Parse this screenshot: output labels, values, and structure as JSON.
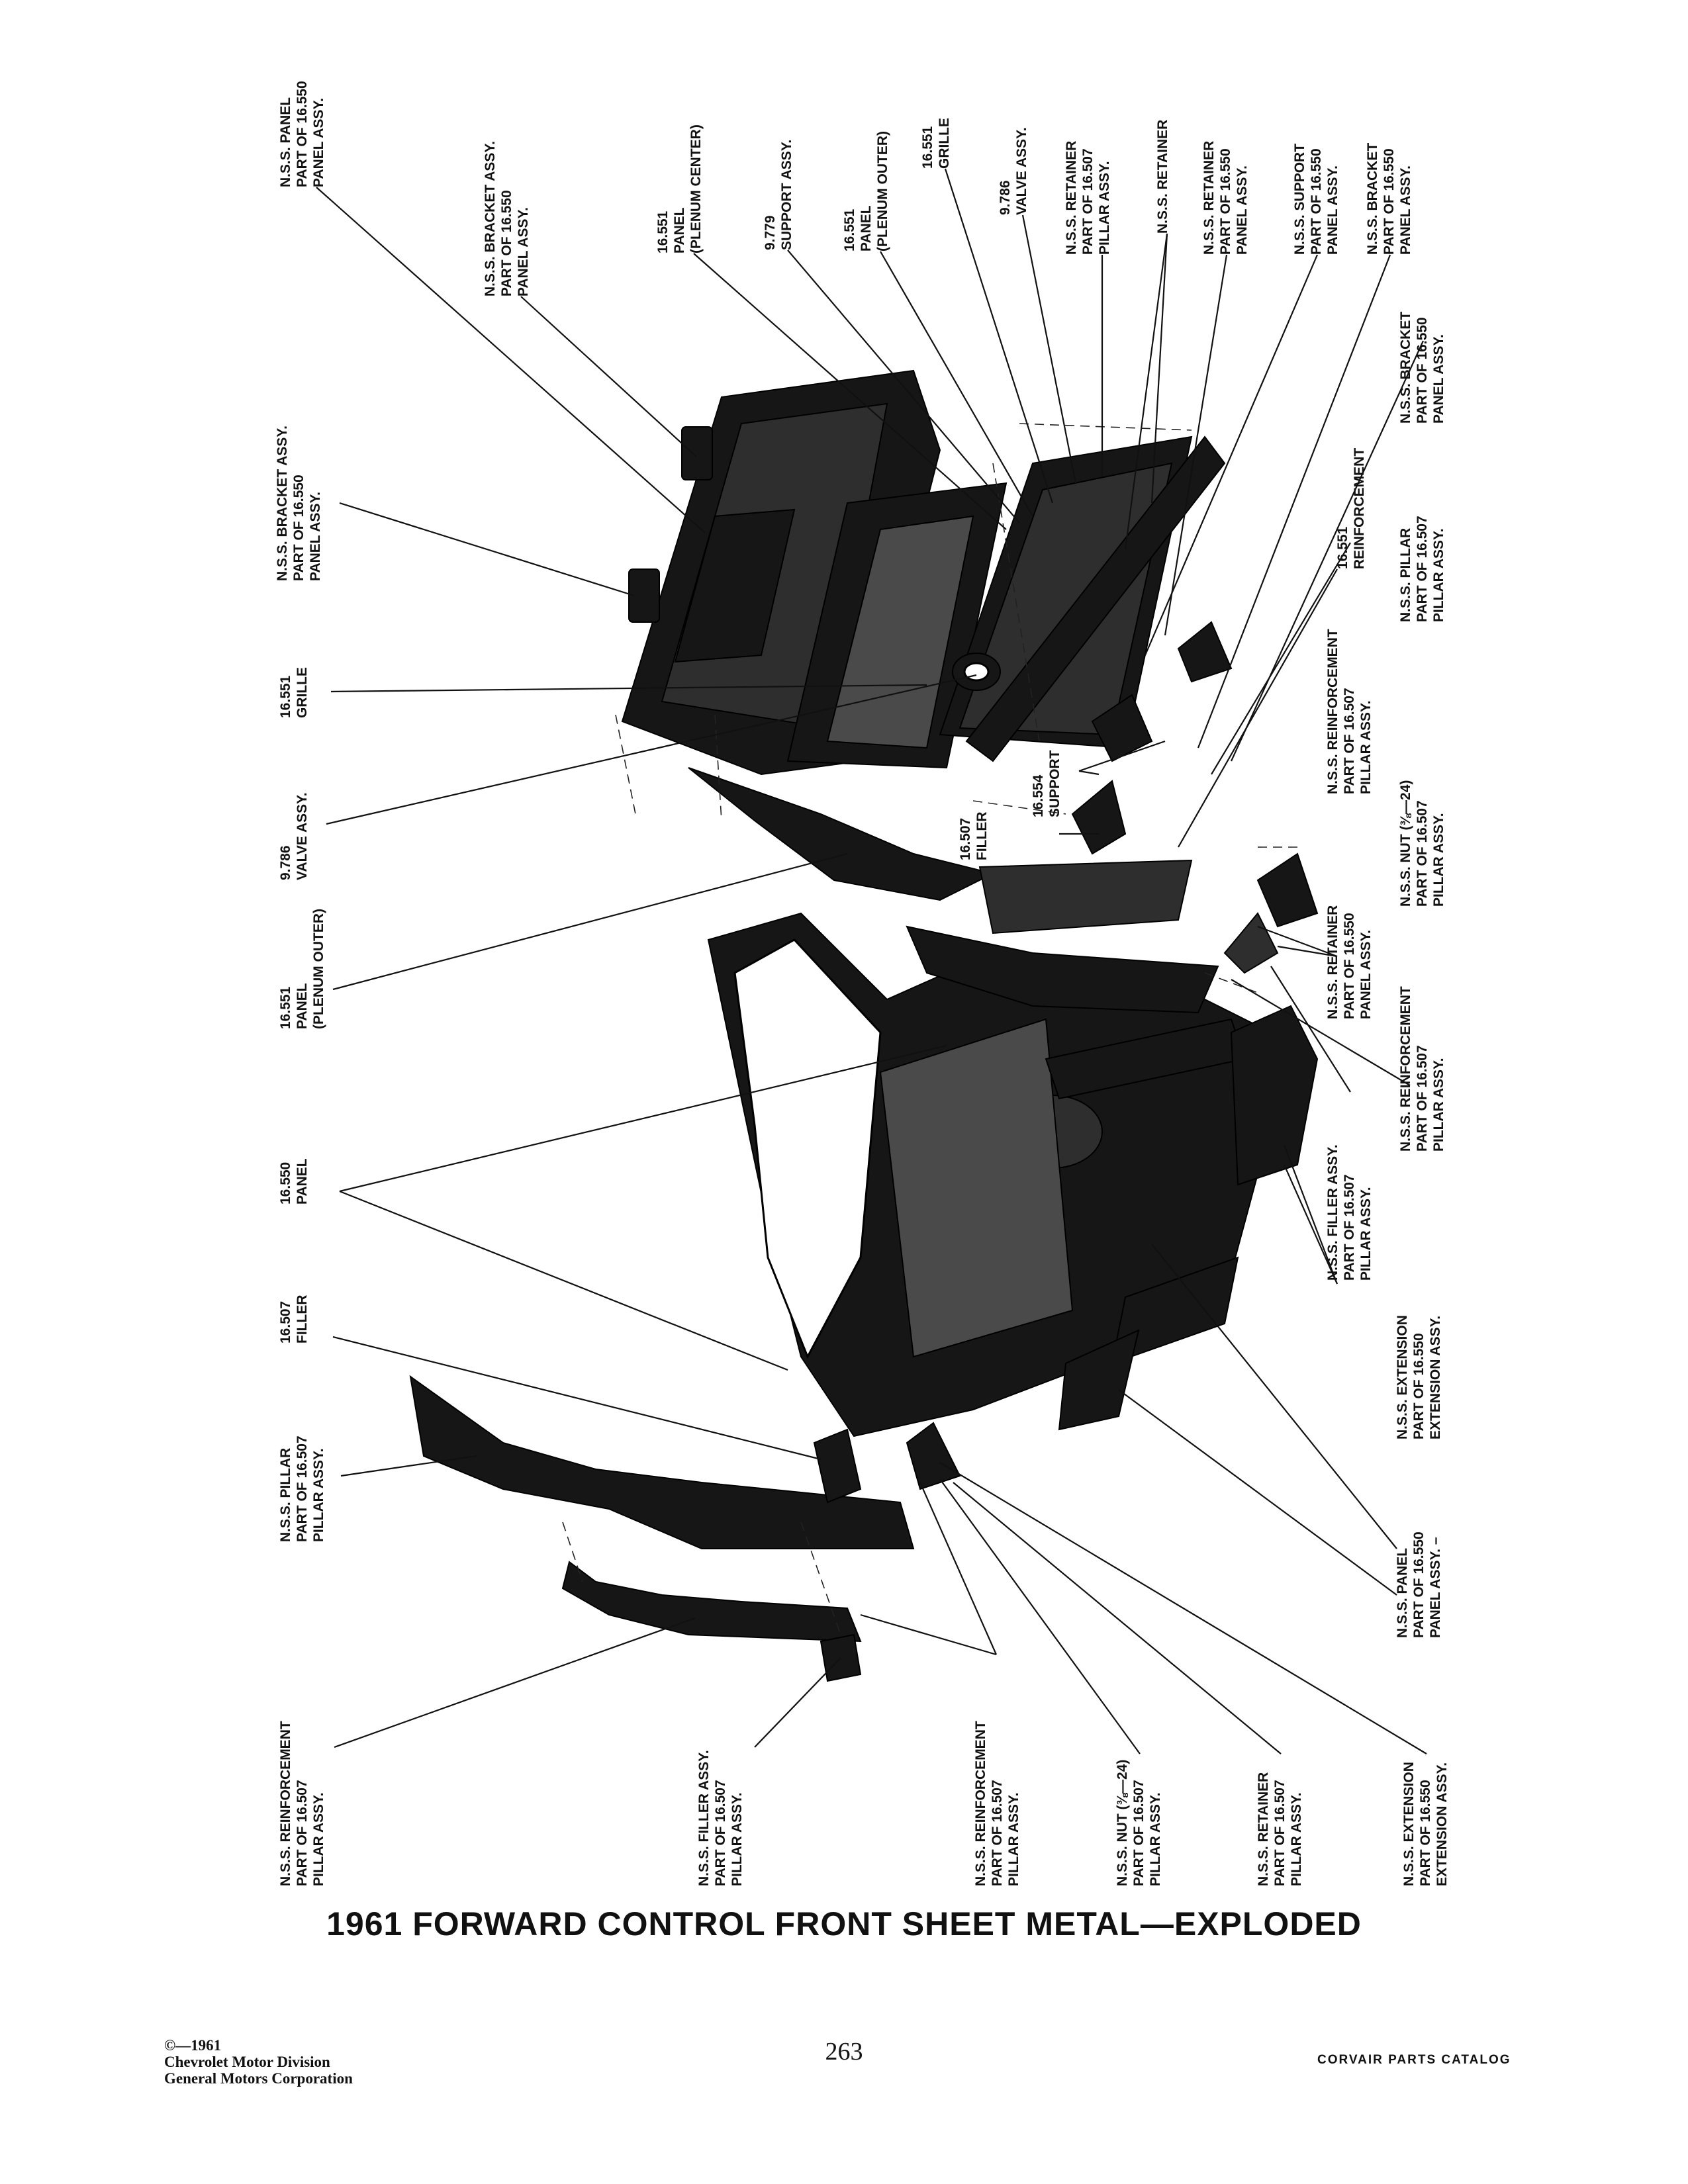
{
  "page": {
    "title": "1961 FORWARD CONTROL FRONT SHEET METAL—EXPLODED",
    "page_number": "263",
    "footer_left": [
      "©—1961",
      "Chevrolet Motor Division",
      "General Motors Corporation"
    ],
    "footer_right": "CORVAIR PARTS CATALOG"
  },
  "labels": [
    {
      "id": "t1",
      "lines": [
        "N.S.S. PANEL",
        "PART OF 16.550",
        "PANEL ASSY."
      ]
    },
    {
      "id": "t2",
      "lines": [
        "N.S.S. BRACKET ASSY.",
        "PART OF 16.550",
        "PANEL ASSY."
      ]
    },
    {
      "id": "t3",
      "lines": [
        "16.551",
        "PANEL",
        "(PLENUM CENTER)"
      ]
    },
    {
      "id": "t4",
      "lines": [
        "9.779",
        "SUPPORT ASSY."
      ]
    },
    {
      "id": "t5",
      "lines": [
        "16.551",
        "PANEL",
        "(PLENUM OUTER)"
      ]
    },
    {
      "id": "t6",
      "lines": [
        "16.551",
        "GRILLE"
      ]
    },
    {
      "id": "t7",
      "lines": [
        "9.786",
        "VALVE ASSY."
      ]
    },
    {
      "id": "t8",
      "lines": [
        "N.S.S. RETAINER",
        "PART OF 16.507",
        "PILLAR ASSY."
      ]
    },
    {
      "id": "t9",
      "lines": [
        "N.S.S. RETAINER"
      ]
    },
    {
      "id": "t10",
      "lines": [
        "N.S.S. RETAINER",
        "PART OF 16.550",
        "PANEL ASSY."
      ]
    },
    {
      "id": "t11",
      "lines": [
        "N.S.S. SUPPORT",
        "PART OF 16.550",
        "PANEL ASSY."
      ]
    },
    {
      "id": "t12",
      "lines": [
        "N.S.S. BRACKET",
        "PART OF 16.550",
        "PANEL ASSY."
      ]
    },
    {
      "id": "l1",
      "lines": [
        "N.S.S. BRACKET ASSY.",
        "PART OF 16.550",
        "PANEL ASSY."
      ]
    },
    {
      "id": "l2",
      "lines": [
        "16.551",
        "GRILLE"
      ]
    },
    {
      "id": "l3",
      "lines": [
        "9.786",
        "VALVE ASSY."
      ]
    },
    {
      "id": "l4",
      "lines": [
        "16.551",
        "PANEL",
        "(PLENUM OUTER)"
      ]
    },
    {
      "id": "l5",
      "lines": [
        "16.550",
        "PANEL"
      ]
    },
    {
      "id": "l6",
      "lines": [
        "16.507",
        "FILLER"
      ]
    },
    {
      "id": "l7",
      "lines": [
        "N.S.S. PILLAR",
        "PART OF 16.507",
        "PILLAR ASSY."
      ]
    },
    {
      "id": "b1",
      "lines": [
        "N.S.S. REINFORCEMENT",
        "PART OF 16.507",
        "PILLAR ASSY."
      ]
    },
    {
      "id": "b2",
      "lines": [
        "N.S.S. FILLER ASSY.",
        "PART OF 16.507",
        "PILLAR ASSY."
      ]
    },
    {
      "id": "b3",
      "lines": [
        "N.S.S. REINFORCEMENT",
        "PART OF 16.507",
        "PILLAR ASSY."
      ]
    },
    {
      "id": "b4",
      "lines": [
        "N.S.S. NUT (⅜—24)",
        "PART OF 16.507",
        "PILLAR ASSY."
      ]
    },
    {
      "id": "b5",
      "lines": [
        "N.S.S. RETAINER",
        "PART OF 16.507",
        "PILLAR ASSY."
      ]
    },
    {
      "id": "b6",
      "lines": [
        "N.S.S. EXTENSION",
        "PART OF 16.550",
        "EXTENSION ASSY."
      ]
    },
    {
      "id": "r1",
      "lines": [
        "N.S.S. BRACKET",
        "PART OF 16.550",
        "PANEL ASSY."
      ]
    },
    {
      "id": "r2",
      "lines": [
        "16.551",
        "REINFORCEMENT"
      ]
    },
    {
      "id": "r3",
      "lines": [
        "N.S.S. PILLAR",
        "PART OF 16.507",
        "PILLAR ASSY."
      ]
    },
    {
      "id": "r4",
      "lines": [
        "N.S.S. REINFORCEMENT",
        "PART OF 16.507",
        "PILLAR ASSY."
      ]
    },
    {
      "id": "r5",
      "lines": [
        "16.554",
        "SUPPORT"
      ]
    },
    {
      "id": "r6",
      "lines": [
        "16.507",
        "FILLER"
      ]
    },
    {
      "id": "r7",
      "lines": [
        "N.S.S. NUT (⅜—24)",
        "PART OF 16.507",
        "PILLAR ASSY."
      ]
    },
    {
      "id": "r8",
      "lines": [
        "N.S.S. RETAINER",
        "PART OF 16.550",
        "PANEL ASSY."
      ]
    },
    {
      "id": "r9",
      "lines": [
        "N.S.S. REINFORCEMENT",
        "PART OF 16.507",
        "PILLAR ASSY."
      ]
    },
    {
      "id": "r10",
      "lines": [
        "N.S.S. FILLER ASSY.",
        "PART OF 16.507",
        "PILLAR ASSY."
      ]
    },
    {
      "id": "r11",
      "lines": [
        "N.S.S. EXTENSION",
        "PART OF 16.550",
        "EXTENSION ASSY."
      ]
    },
    {
      "id": "r12",
      "lines": [
        "N.S.S. PANEL",
        "PART OF 16.550",
        "PANEL ASSY. –"
      ]
    }
  ]
}
